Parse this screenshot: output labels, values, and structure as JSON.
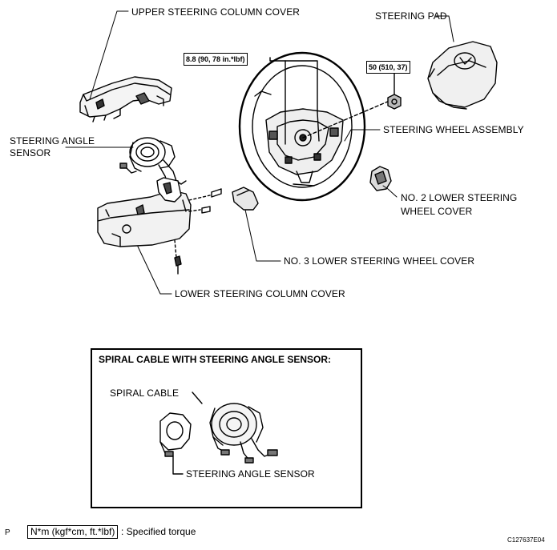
{
  "labels": {
    "upper_column_cover": "UPPER STEERING COLUMN COVER",
    "steering_pad": "STEERING PAD",
    "angle_sensor_line1": "STEERING ANGLE",
    "angle_sensor_line2": "SENSOR",
    "wheel_assembly": "STEERING WHEEL ASSEMBLY",
    "no2_cover_line1": "NO. 2 LOWER STEERING",
    "no2_cover_line2": "WHEEL COVER",
    "no3_cover": "NO. 3 LOWER STEERING WHEEL COVER",
    "lower_column_cover": "LOWER STEERING COLUMN COVER"
  },
  "torques": {
    "pad_screw": "8.8 (90, 78 in.*lbf)",
    "wheel_nut": "50 (510, 37)"
  },
  "inset": {
    "title": "SPIRAL CABLE WITH STEERING ANGLE SENSOR:",
    "spiral_cable": "SPIRAL CABLE",
    "angle_sensor": "STEERING ANGLE SENSOR"
  },
  "legend": {
    "unit_box": "N*m (kgf*cm, ft.*lbf)",
    "text": ": Specified torque"
  },
  "page_mark": "P",
  "figure_code": "C127637E04"
}
